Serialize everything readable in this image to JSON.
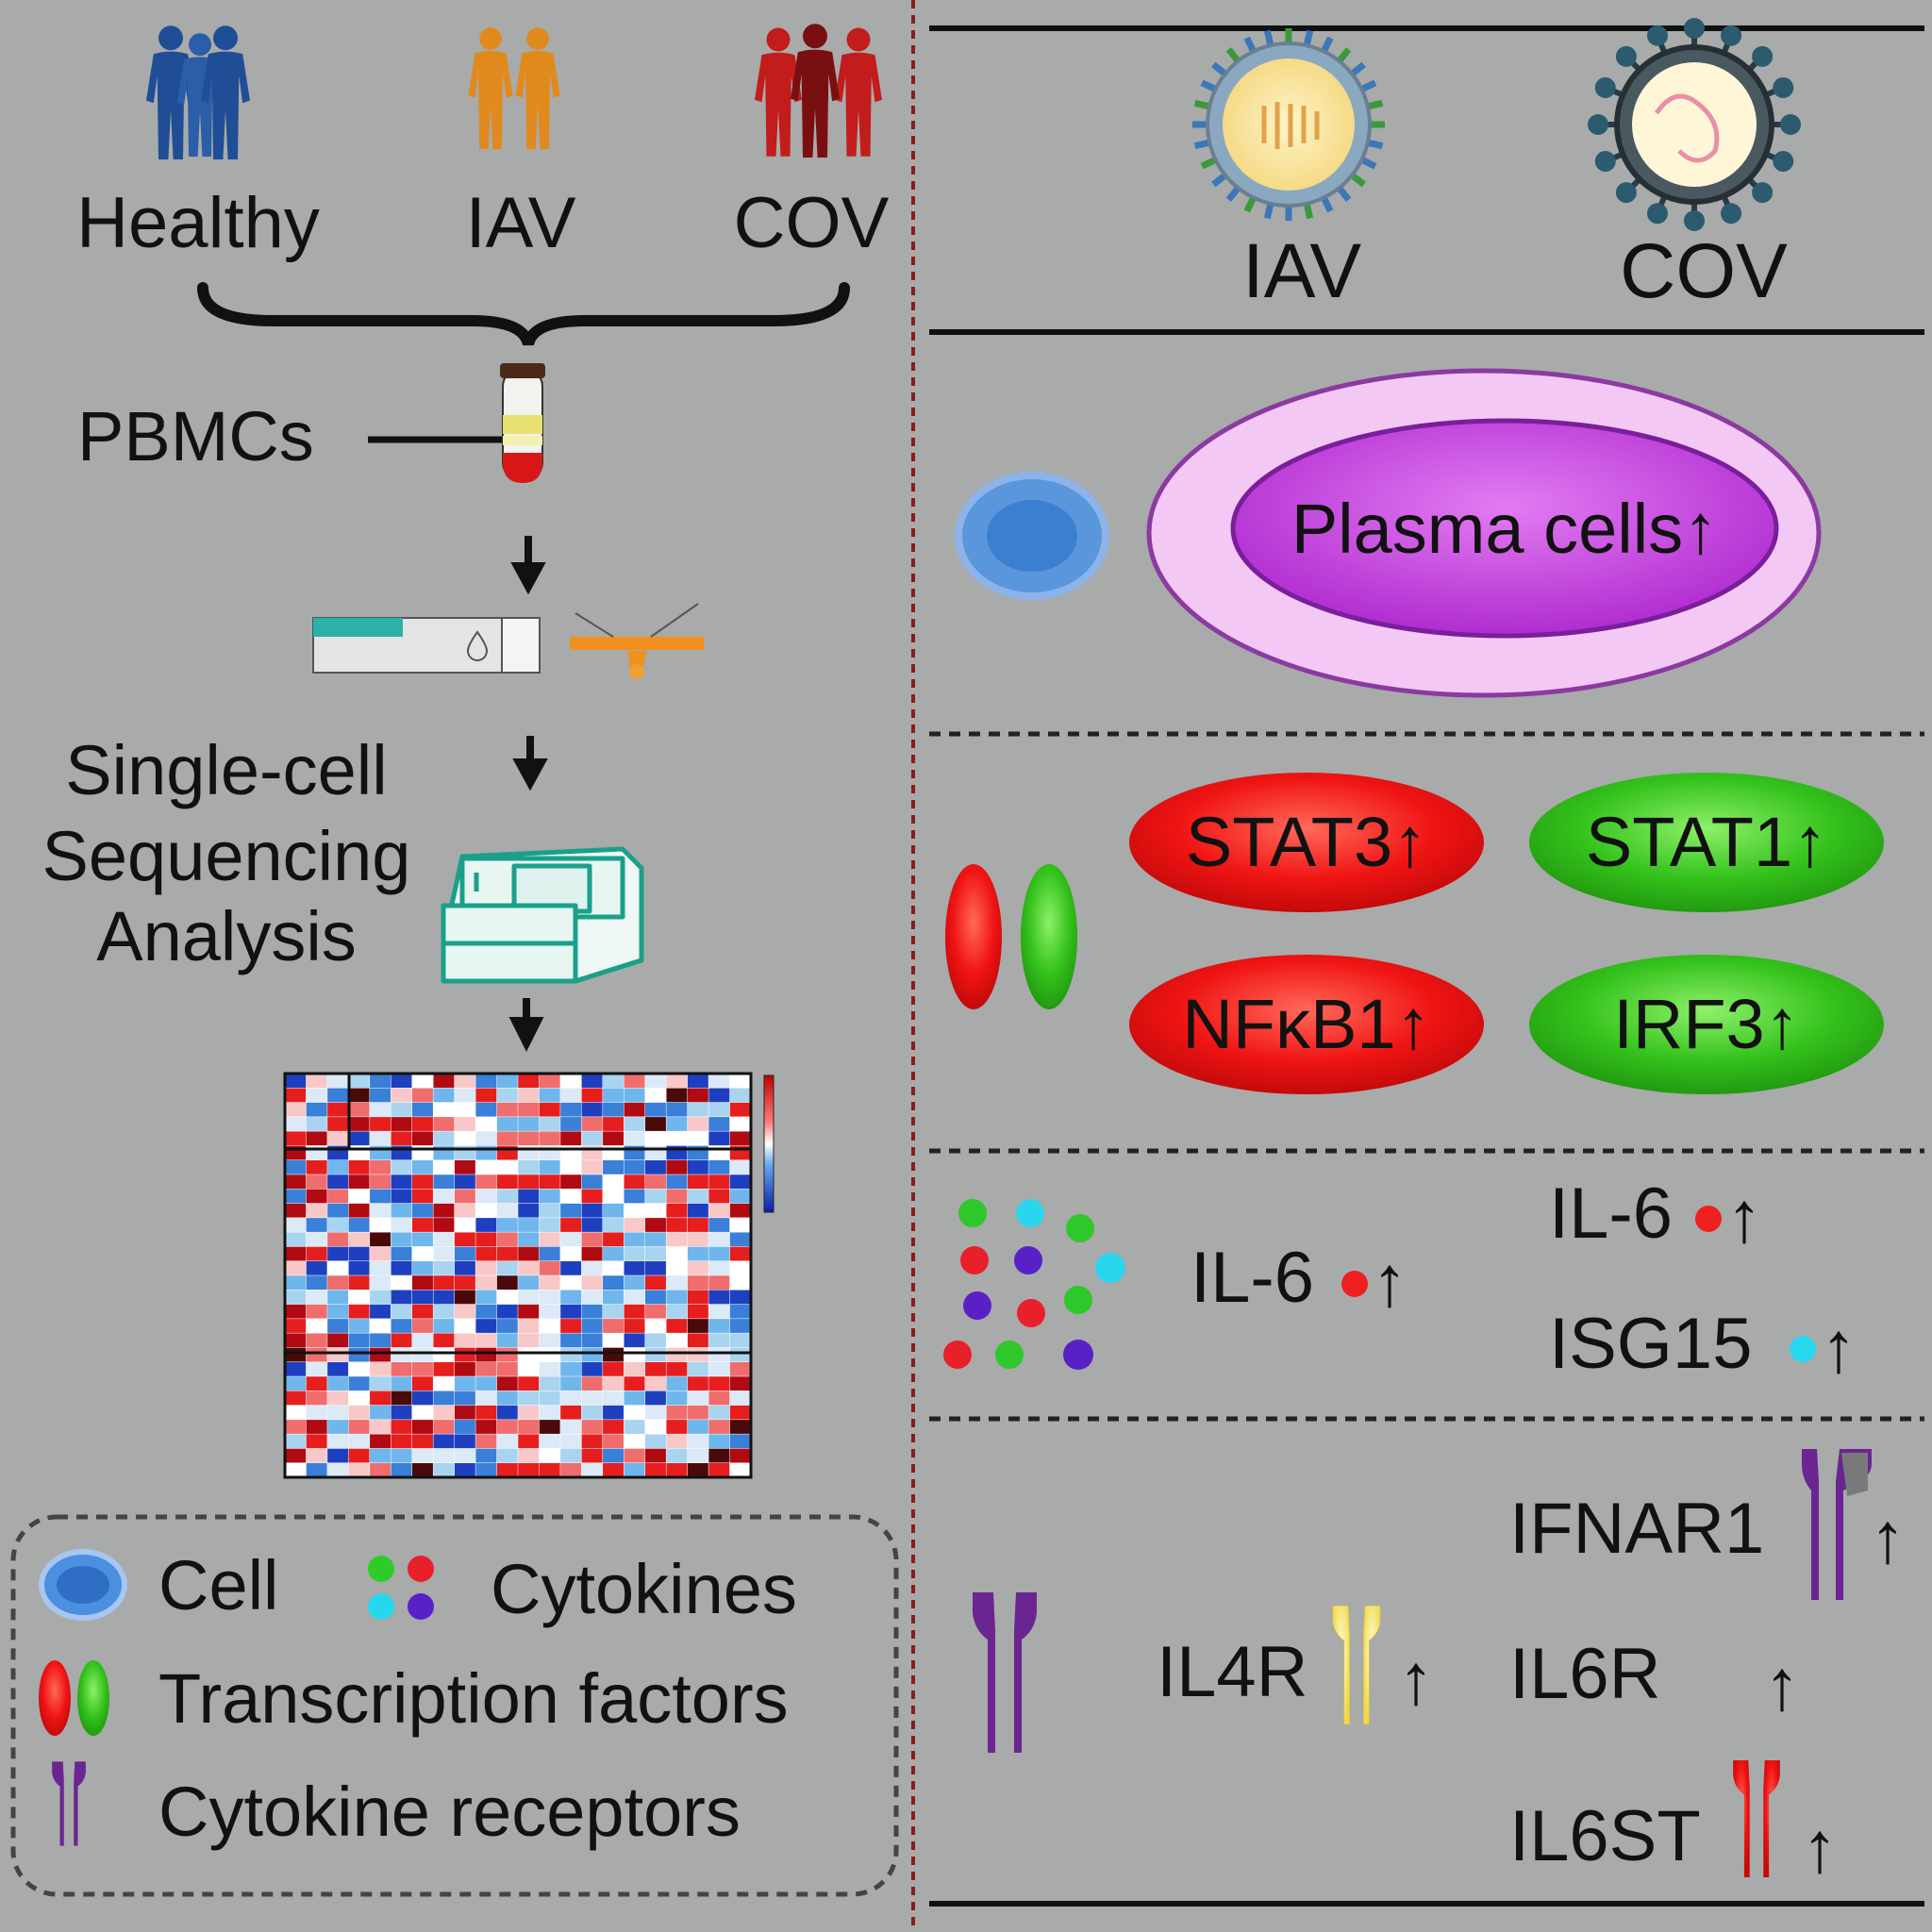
{
  "groups": [
    "Healthy",
    "IAV",
    "COV"
  ],
  "sample": "PBMCs",
  "method": [
    "Single-cell",
    "Sequencing",
    "Analysis"
  ],
  "legend": {
    "cell": "Cell",
    "cytokines": "Cytokines",
    "tf": "Transcription factors",
    "receptors": "Cytokine receptors"
  },
  "viruses": {
    "iav": "IAV",
    "cov": "COV"
  },
  "plasma": "Plasma cells↑",
  "tfs": {
    "stat3": "STAT3↑",
    "stat1": "STAT1↑",
    "nfkb1": "NFκB1↑",
    "irf3": "IRF3↑"
  },
  "cytokines": {
    "il6_iav": "IL-6",
    "il6_cov": "IL-6",
    "isg15": "ISG15",
    "up": "↑"
  },
  "receptors": {
    "il4r": "IL4R",
    "ifnar1": "IFNAR1",
    "il6r": "IL6R",
    "il6st": "IL6ST"
  },
  "colors": {
    "background": "#a9aaaa",
    "healthy": "#1f4e96",
    "iav": "#e08a1e",
    "cov": "#b01818",
    "stat_red": "#f01818",
    "stat_green": "#33c01e",
    "plasma": "#cc44e0",
    "cell_blue": "#4a90d9",
    "receptor": "#6a2590"
  }
}
